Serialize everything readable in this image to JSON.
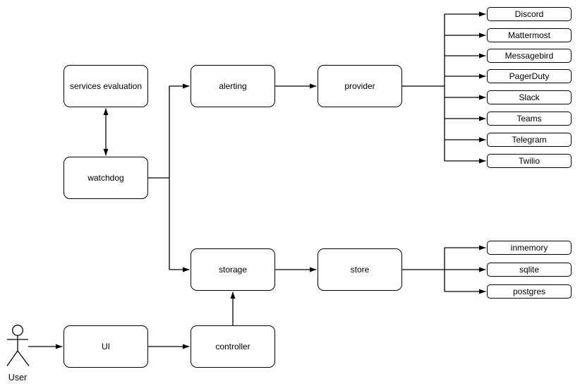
{
  "diagram": {
    "background": "#ffffff",
    "stroke_color": "#000000",
    "node_fill": "#ffffff",
    "nodes": {
      "services_evaluation": "services evaluation",
      "watchdog": "watchdog",
      "alerting": "alerting",
      "provider": "provider",
      "storage": "storage",
      "store": "store",
      "ui": "UI",
      "controller": "controller"
    },
    "providers": [
      "Discord",
      "Mattermost",
      "Messagebird",
      "PagerDuty",
      "Slack",
      "Teams",
      "Telegram",
      "Twilio"
    ],
    "stores": [
      "inmemory",
      "sqlite",
      "postgres"
    ],
    "actor_label": "User"
  }
}
